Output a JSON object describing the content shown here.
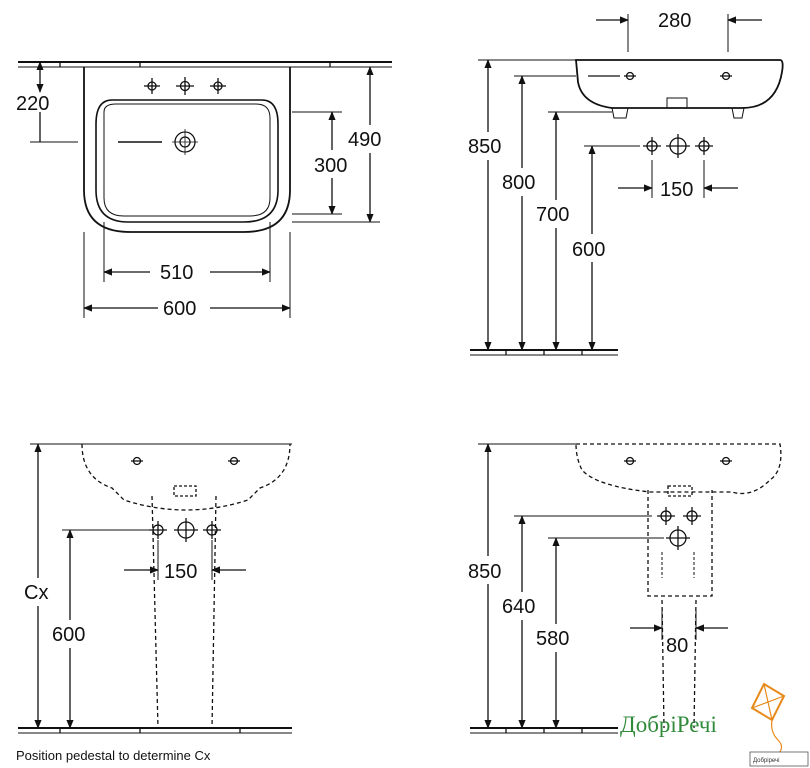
{
  "views": {
    "top": {
      "dim_220": "220",
      "dim_490": "490",
      "dim_300": "300",
      "dim_510": "510",
      "dim_600": "600"
    },
    "side": {
      "dim_280": "280",
      "dim_850": "850",
      "dim_800": "800",
      "dim_700": "700",
      "dim_600": "600",
      "dim_150": "150"
    },
    "front_pedestal": {
      "dim_cx": "Cx",
      "dim_600": "600",
      "dim_150": "150",
      "caption": "Position pedestal to determine Cx"
    },
    "side_pedestal": {
      "dim_850": "850",
      "dim_640": "640",
      "dim_580": "580",
      "dim_80": "80"
    }
  },
  "watermark": {
    "brand": "ДобріРечі",
    "stamp": "Добріречі"
  },
  "colors": {
    "line": "#111111",
    "brand_green": "#2f8a3a",
    "kite_orange": "#e88a1a"
  }
}
